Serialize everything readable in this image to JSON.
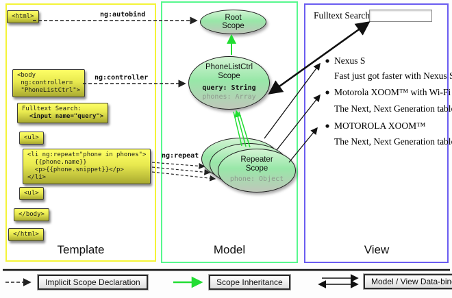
{
  "columns": {
    "template": {
      "label": "Template"
    },
    "model": {
      "label": "Model"
    },
    "view": {
      "label": "View"
    }
  },
  "template_code": {
    "html_open": "<html>",
    "body_open": "<body\n ng:controller=\n \"PhoneListCtrl\">",
    "fulltext_label": "Fulltext Search:",
    "fulltext_input": "  <input name=\"query\">",
    "ul_open": "<ul>",
    "li_repeat": "<li ng:repeat=\"phone in phones\">\n  {{phone.name}}\n  <p>{{phone.snippet}}</p>\n</li>",
    "ul_close": "<ul>",
    "body_close": "</body>",
    "html_close": "</html>"
  },
  "arrow_labels": {
    "autobind": "ng:autobind",
    "controller": "ng:controller",
    "repeat": "ng:repeat"
  },
  "scopes": {
    "root": {
      "title": "Root\nScope"
    },
    "phonelist": {
      "title": "PhoneListCtrl\nScope",
      "prop_query": "query: String",
      "prop_phones": "phones: Array"
    },
    "repeater": {
      "title": "Repeater\nScope",
      "prop_phone": "phone: Object"
    }
  },
  "view": {
    "search_label": "Fulltext Search:",
    "search_value": "",
    "items": [
      {
        "title": "Nexus S",
        "snippet": "Fast just got faster with Nexus S."
      },
      {
        "title": "Motorola XOOM™ with Wi-Fi",
        "snippet": "The Next, Next Generation tablet."
      },
      {
        "title": "MOTOROLA XOOM™",
        "snippet": "The Next, Next Generation tablet."
      }
    ]
  },
  "legend": {
    "implicit": "Implicit Scope Declaration",
    "inheritance": "Scope Inheritance",
    "databinding": "Model / View Data-binding"
  },
  "colors": {
    "template_border": "#f4f437",
    "model_border": "#57f88e",
    "view_border": "#6a5cf0",
    "code_box_yellow": "#feff66",
    "scope_green": "#98e7a8",
    "inheritance_green": "#22dd33",
    "arrow_black": "#111111"
  }
}
